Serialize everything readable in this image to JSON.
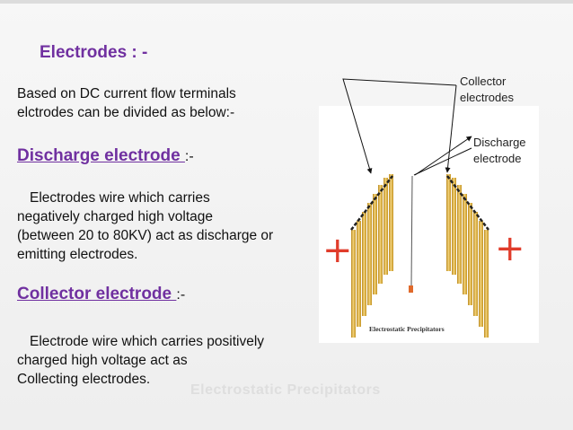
{
  "slide": {
    "heading": "Electrodes : -",
    "intro_line1": "Based on DC current flow terminals",
    "intro_line2": "elctrodes can be divided as below:-",
    "discharge": {
      "title": "Discharge electrode ",
      "suffix": ":-",
      "line1": "Electrodes wire which carries",
      "line2": "negatively charged high voltage",
      "line3": "(between 20 to 80KV) act as discharge or",
      "line4": "emitting electrodes."
    },
    "collector": {
      "title": "Collector electrode ",
      "suffix": ":-",
      "line1": "Electrode wire which carries positively",
      "line2": "charged high voltage act as",
      "line3": "Collecting electrodes."
    }
  },
  "figure": {
    "caption": "Electrostatic Precipitators",
    "watermark": "Electrostatic Precipitators",
    "callout_collector_line1": "Collector",
    "callout_collector_line2": "electrodes",
    "callout_discharge_line1": "Discharge",
    "callout_discharge_line2": "electrode",
    "plus_left": "+",
    "plus_right": "+",
    "colors": {
      "plate_gold": "#d4a52e",
      "plate_highlight": "#f2d27a",
      "plus_red": "#e03c2b",
      "heading_purple": "#7030a0"
    }
  }
}
